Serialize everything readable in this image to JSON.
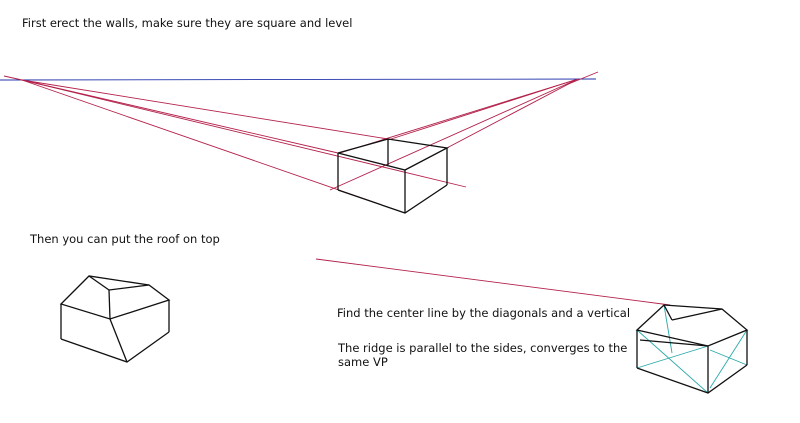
{
  "captions": {
    "walls": "First erect the walls, make sure they are square and level",
    "roof": "Then you can put the roof on top",
    "diagonals": "Find the center line by the diagonals and a vertical",
    "ridge": "The ridge is parallel to the sides, converges to the same VP"
  },
  "colors": {
    "horizon": "#2233aa",
    "construction": "#b3204a",
    "edges": "#111111",
    "diagonals": "#2aa9a9",
    "background": "#ffffff"
  }
}
